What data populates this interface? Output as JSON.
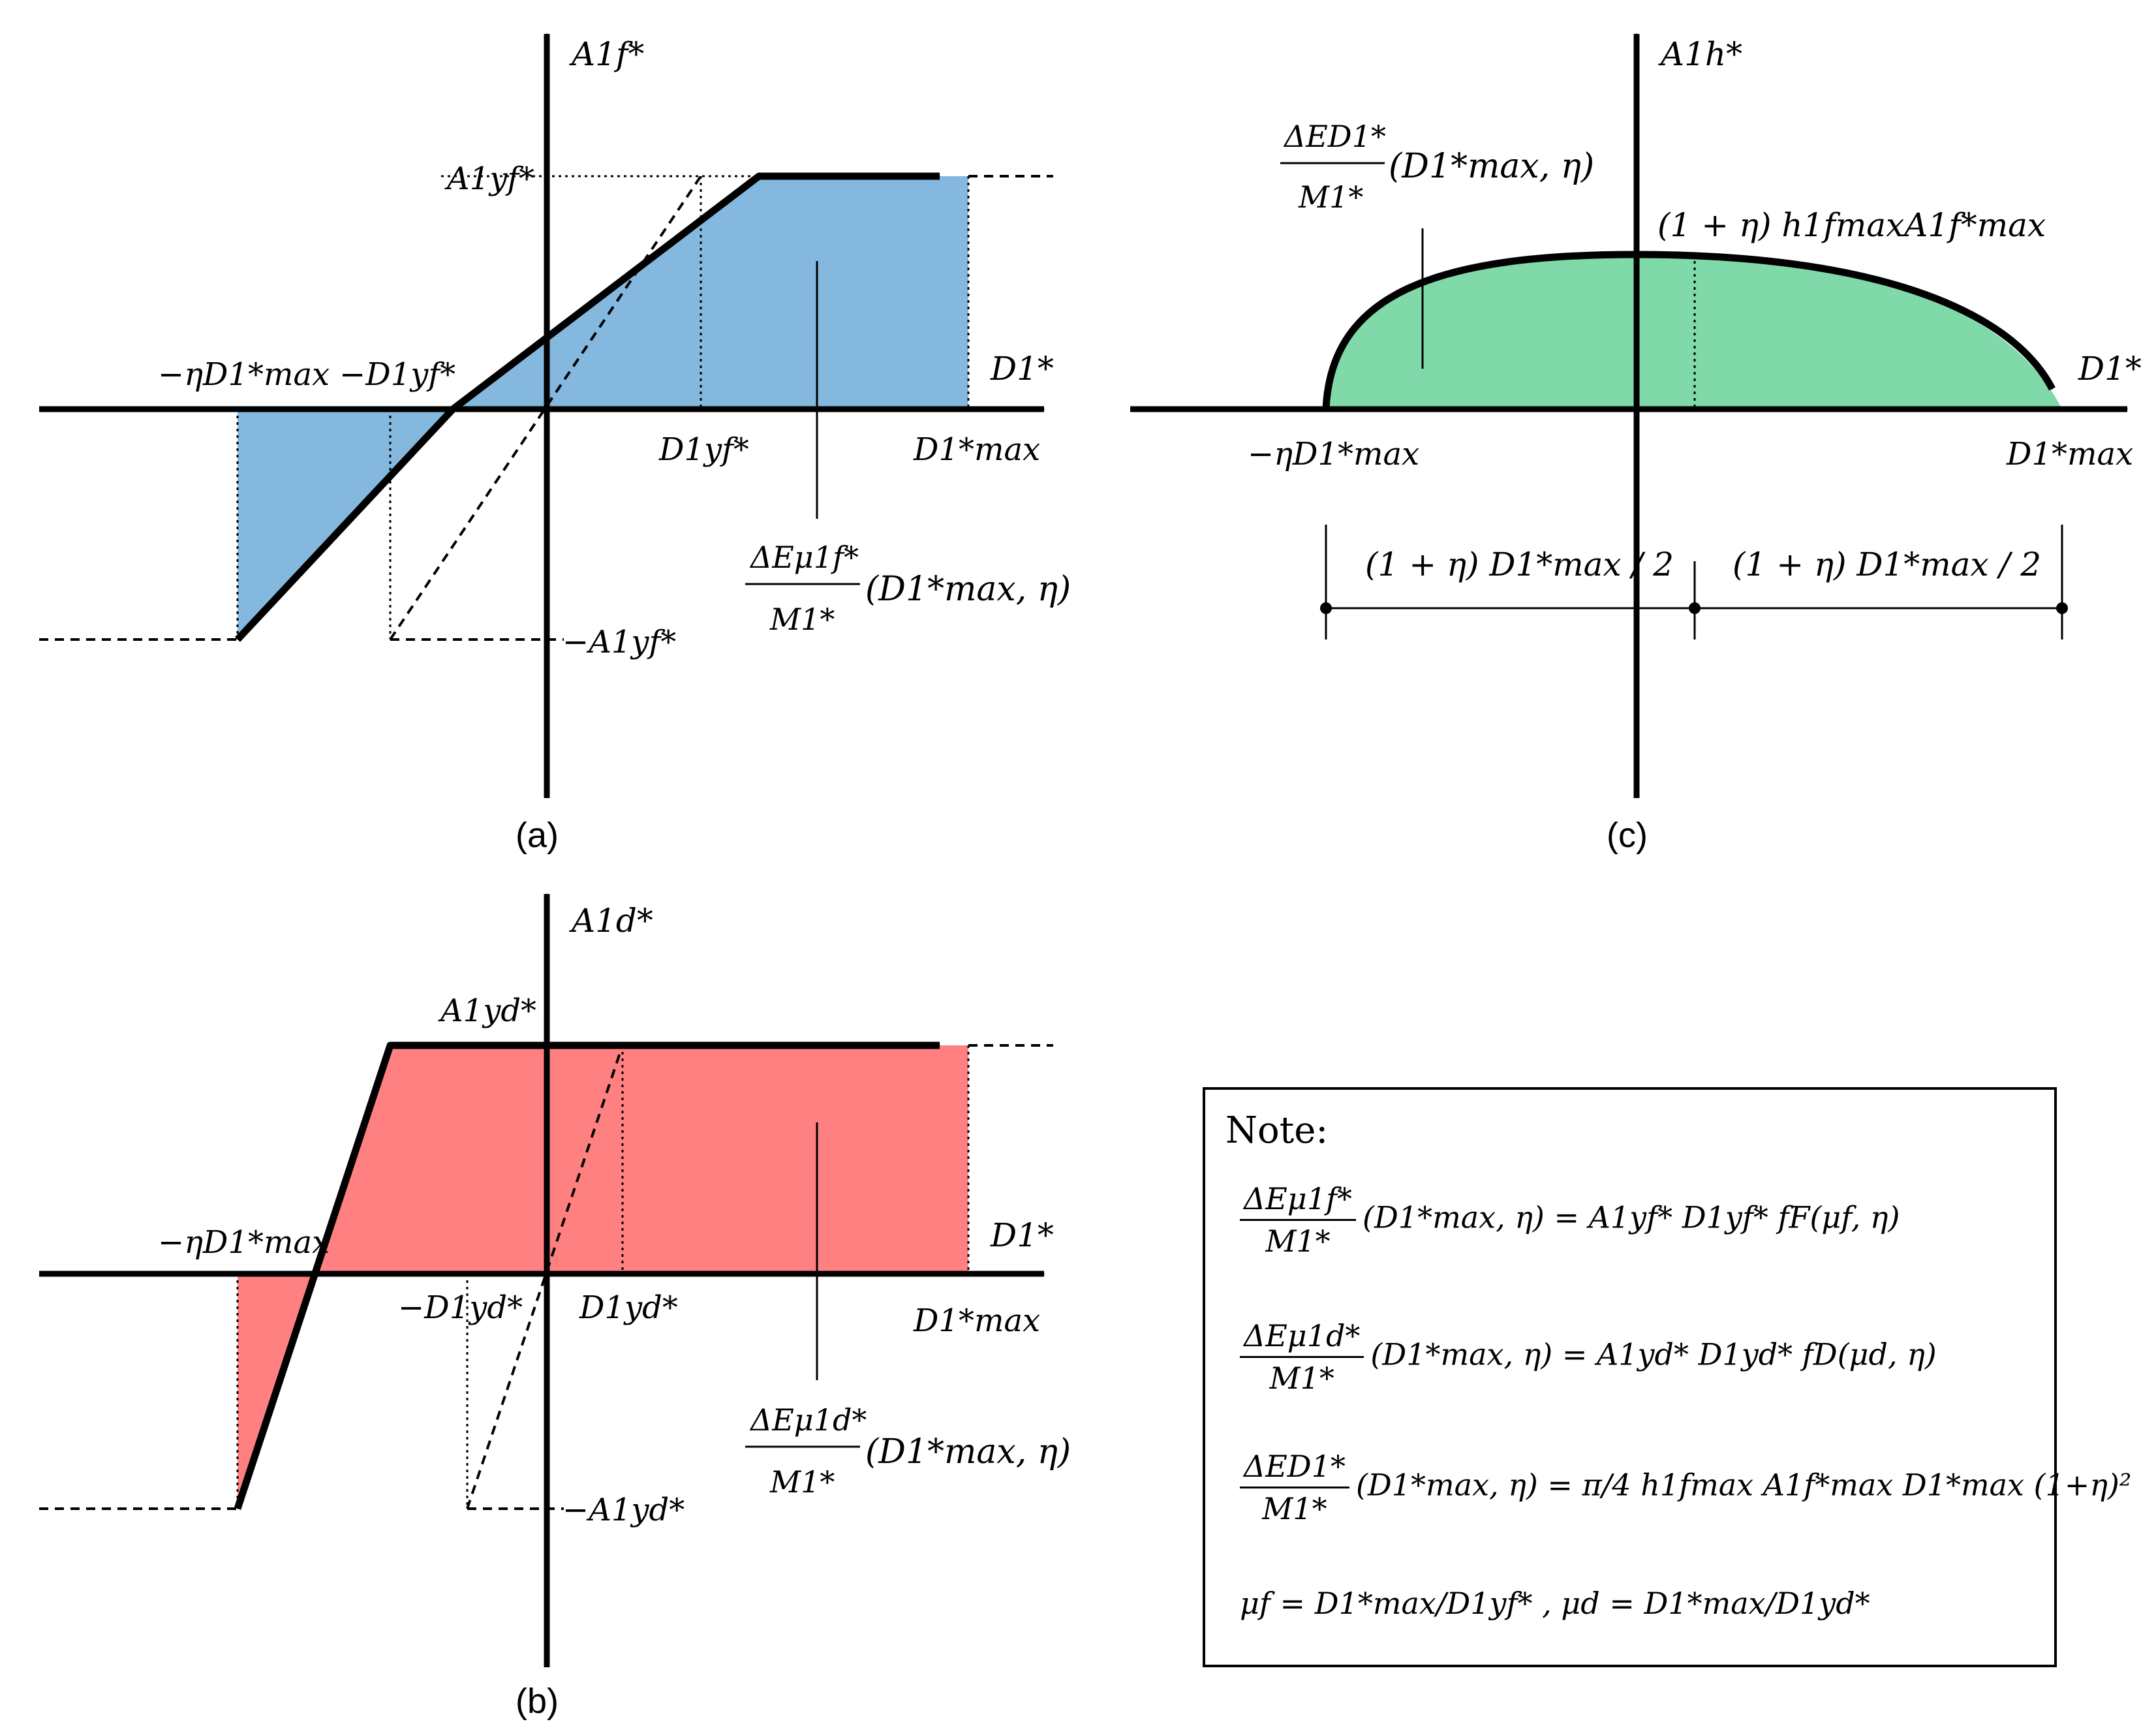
{
  "panel_a": {
    "caption": "(a)",
    "y_axis_label": "A1f*",
    "x_axis_label": "D1*",
    "tick_labels": {
      "pos_force": "A1yf*",
      "neg_force": "−A1yf*",
      "pos_yield_disp": "D1yf*",
      "neg_yield_disp": "−D1yf*",
      "max_disp": "D1*max",
      "neg_max_disp": "−ηD1*max"
    },
    "energy_label": {
      "num": "ΔEμ1f*",
      "den": "M1*",
      "arg": "(D1*max, η)"
    },
    "fill_color": "#84b8de"
  },
  "panel_b": {
    "caption": "(b)",
    "y_axis_label": "A1d*",
    "x_axis_label": "D1*",
    "tick_labels": {
      "pos_force": "A1yd*",
      "neg_force": "−A1yd*",
      "pos_yield_disp": "D1yd*",
      "neg_yield_disp": "−D1yd*",
      "max_disp": "D1*max",
      "neg_max_disp": "−ηD1*max"
    },
    "energy_label": {
      "num": "ΔEμ1d*",
      "den": "M1*",
      "arg": "(D1*max, η)"
    },
    "fill_color": "#ff8080"
  },
  "panel_c": {
    "caption": "(c)",
    "y_axis_label": "A1h*",
    "x_axis_label": "D1*",
    "peak_label": "(1 + η) h1fmaxA1f*max",
    "neg_max_disp": "−ηD1*max",
    "max_disp": "D1*max",
    "half_span_left": "(1 + η) D1*max / 2",
    "half_span_right": "(1 + η) D1*max / 2",
    "energy_label": {
      "num": "ΔED1*",
      "den": "M1*",
      "arg": "(D1*max, η)"
    },
    "fill_color": "#80d9a8"
  },
  "note": {
    "title": "Note:",
    "eq1": {
      "num": "ΔEμ1f*",
      "den": "M1*",
      "rhs": "(D1*max, η) = A1yf* D1yf* fF(μf, η)"
    },
    "eq2": {
      "num": "ΔEμ1d*",
      "den": "M1*",
      "rhs": "(D1*max, η) = A1yd* D1yd* fD(μd, η)"
    },
    "eq3": {
      "num": "ΔED1*",
      "den": "M1*",
      "rhs": "(D1*max, η) = π/4 h1fmax A1f*max D1*max (1+η)²"
    },
    "eq4": "μf = D1*max/D1yf* , μd = D1*max/D1yd*"
  }
}
